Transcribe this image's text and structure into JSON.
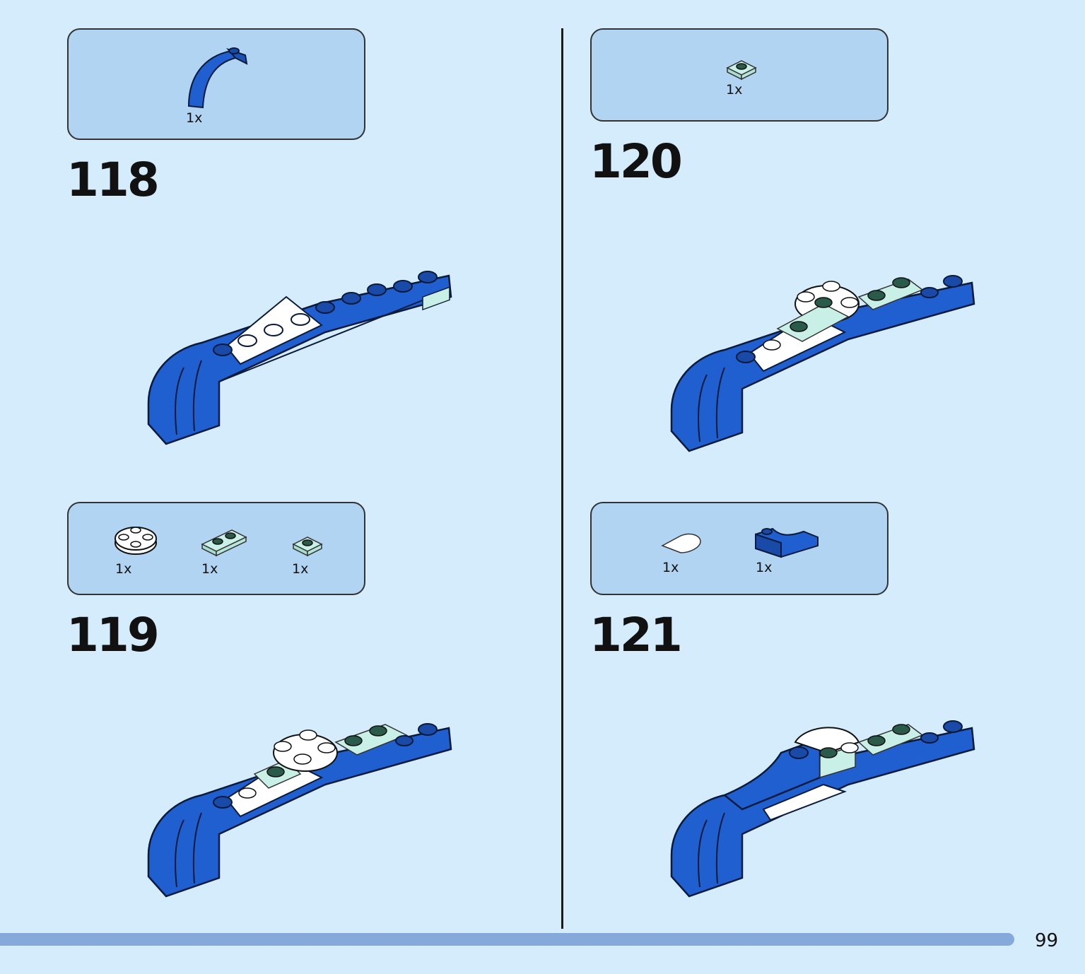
{
  "page_number": "99",
  "colors": {
    "background": "#d4ecfc",
    "parts_box": "#b0d4f2",
    "brick_blue": "#1f5fcf",
    "trans_light_blue": "#c8f0e6",
    "progress_bar": "#85a9db"
  },
  "steps": [
    {
      "number": "118",
      "parts": [
        {
          "icon": "blue-curved-slope-icon",
          "qty": "1x"
        }
      ]
    },
    {
      "number": "119",
      "parts": [
        {
          "icon": "white-round-plate-icon",
          "qty": "1x"
        },
        {
          "icon": "trans-light-blue-plate-1x2-icon",
          "qty": "1x"
        },
        {
          "icon": "trans-light-blue-plate-1x1-icon",
          "qty": "1x"
        }
      ]
    },
    {
      "number": "120",
      "parts": [
        {
          "icon": "trans-light-blue-plate-1x1-icon",
          "qty": "1x"
        }
      ]
    },
    {
      "number": "121",
      "parts": [
        {
          "icon": "white-quarter-round-tile-icon",
          "qty": "1x"
        },
        {
          "icon": "blue-curved-slope-2x2-icon",
          "qty": "1x"
        }
      ]
    }
  ]
}
